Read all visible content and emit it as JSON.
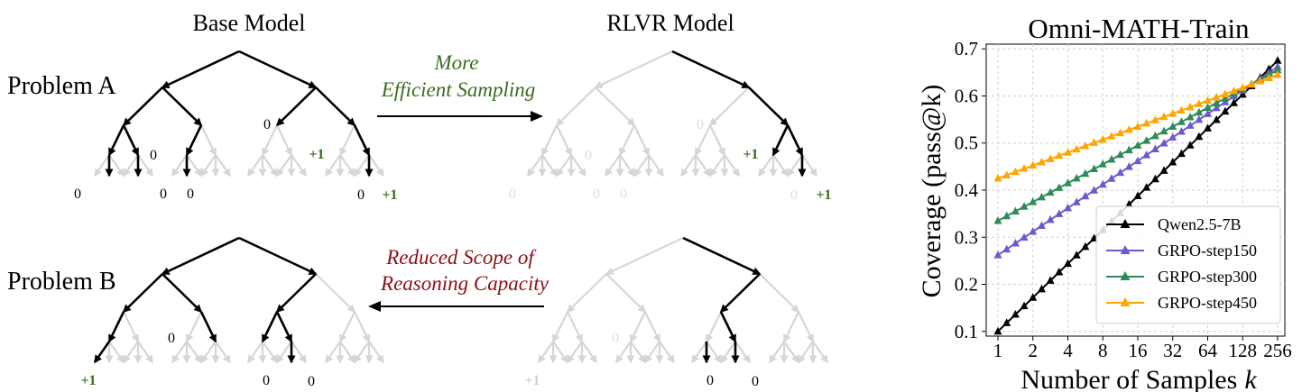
{
  "diagram": {
    "title_base": "Base Model",
    "title_rlvr": "RLVR Model",
    "problem_a": "Problem A",
    "problem_b": "Problem B",
    "arrow_a_line1": "More",
    "arrow_a_line2": "Efficient Sampling",
    "arrow_b_line1": "Reduced Scope of",
    "arrow_b_line2": "Reasoning Capacity",
    "zero": "0",
    "plus_one": "+1",
    "colors": {
      "green": "#3a6b1f",
      "darkred": "#8b0e14",
      "dark": "#000000",
      "light": "#d6d6d6"
    }
  },
  "chart_data": {
    "type": "line",
    "title": "Omni-MATH-Train",
    "xlabel": "Number of Samples",
    "xlabel_var": "k",
    "ylabel": "Coverage (pass@k)",
    "x_scale": "log2",
    "xlim": [
      1,
      256
    ],
    "ylim": [
      0.09,
      0.71
    ],
    "xticks": [
      1,
      2,
      4,
      8,
      16,
      32,
      64,
      128,
      256
    ],
    "xtick_labels": [
      "1",
      "2",
      "4",
      "8",
      "16",
      "32",
      "64",
      "128",
      "256"
    ],
    "yticks": [
      0.1,
      0.2,
      0.3,
      0.4,
      0.5,
      0.6,
      0.7
    ],
    "ytick_labels": [
      "0.1",
      "0.2",
      "0.3",
      "0.4",
      "0.5",
      "0.6",
      "0.7"
    ],
    "grid": true,
    "legend_position": "lower-right",
    "series": [
      {
        "name": "Qwen2.5-7B",
        "color": "#000000",
        "start": 0.1,
        "end": 0.675
      },
      {
        "name": "GRPO-step150",
        "color": "#6a5acd",
        "start": 0.262,
        "end": 0.662
      },
      {
        "name": "GRPO-step300",
        "color": "#2e8b57",
        "start": 0.335,
        "end": 0.655
      },
      {
        "name": "GRPO-step450",
        "color": "#ffa500",
        "start": 0.425,
        "end": 0.645
      }
    ]
  }
}
